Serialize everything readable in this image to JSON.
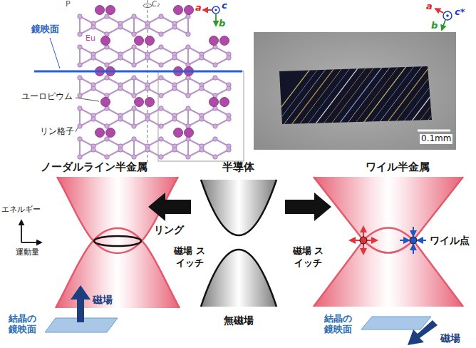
{
  "diagram": {
    "nodes": [
      {
        "text": [
          "ノーダルライン半金属"
        ]
      },
      {
        "text": [
          "半導体"
        ]
      },
      {
        "text": [
          "ワイル半金属"
        ]
      }
    ],
    "edges": [
      {
        "from": 1,
        "to": 0,
        "arrow": "to",
        "label": "磁場 スイッチ"
      },
      {
        "from": 1,
        "to": 2,
        "arrow": "to",
        "label": "磁場 スイッチ"
      }
    ],
    "labels": [
      "P",
      "Eu",
      "鏡映面",
      "ユーロピウム",
      "リン格子",
      "C₂",
      "a",
      "b",
      "c",
      "a",
      "b",
      "c*",
      "0.1mm",
      "エネルギー",
      "運動量",
      "リング",
      "ワイル点",
      "結晶の 鏡映面",
      "磁場",
      "無磁場",
      "結晶の 鏡映面",
      "磁場"
    ]
  }
}
